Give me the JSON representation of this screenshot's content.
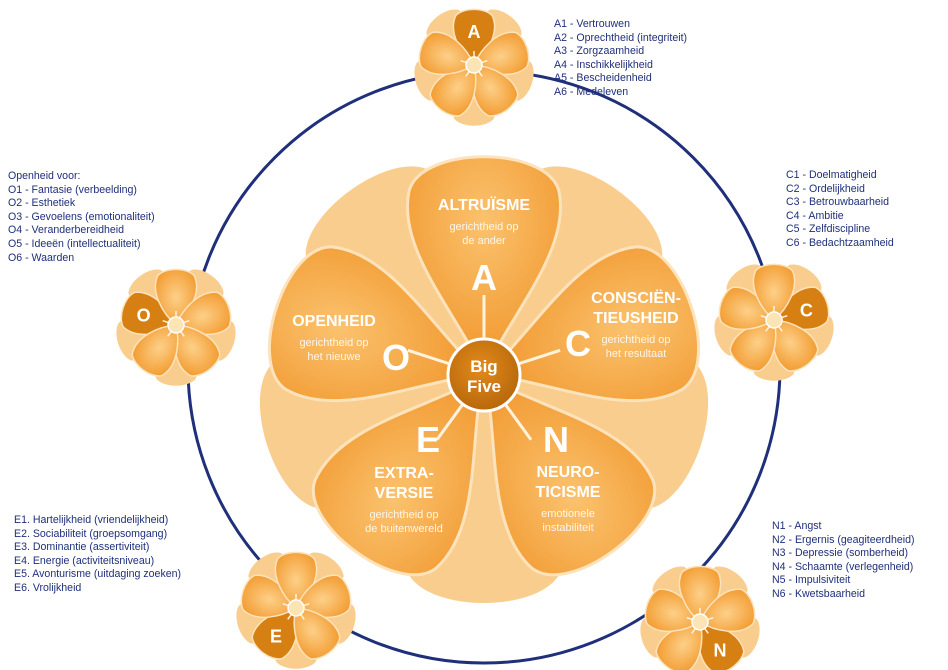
{
  "center": {
    "line1": "Big",
    "line2": "Five"
  },
  "traits": [
    {
      "key": "A",
      "letter": "A",
      "title": [
        "ALTRUÏSME"
      ],
      "desc": [
        "gerichtheid op",
        "de ander"
      ]
    },
    {
      "key": "C",
      "letter": "C",
      "title": [
        "CONSCIËN-",
        "TIEUSHEID"
      ],
      "desc": [
        "gerichtheid op",
        "het resultaat"
      ]
    },
    {
      "key": "N",
      "letter": "N",
      "title": [
        "NEURO-",
        "TICISME"
      ],
      "desc": [
        "emotionele",
        "instabiliteit"
      ]
    },
    {
      "key": "E",
      "letter": "E",
      "title": [
        "EXTRA-",
        "VERSIE"
      ],
      "desc": [
        "gerichtheid op",
        "de buitenwereld"
      ]
    },
    {
      "key": "O",
      "letter": "O",
      "title": [
        "OPENHEID"
      ],
      "desc": [
        "gerichtheid op",
        "het nieuwe"
      ]
    }
  ],
  "facets": {
    "A": [
      "A1 - Vertrouwen",
      "A2 - Oprechtheid (integriteit)",
      "A3 - Zorgzaamheid",
      "A4 - Inschikkelijkheid",
      "A5 - Bescheidenheid",
      "A6 - Medeleven"
    ],
    "C": [
      "C1 - Doelmatigheid",
      "C2 - Ordelijkheid",
      "C3 - Betrouwbaarheid",
      "C4 - Ambitie",
      "C5 - Zelfdiscipline",
      "C6 - Bedachtzaamheid"
    ],
    "O": [
      "Openheid voor:",
      "O1 - Fantasie (verbeelding)",
      "O2 - Esthetiek",
      "O3 - Gevoelens (emotionaliteit)",
      "O4 - Veranderbereidheid",
      "O5 - Ideeën (intellectualiteit)",
      "O6 - Waarden"
    ],
    "E": [
      "E1. Hartelijkheid (vriendelijkheid)",
      "E2. Sociabiliteit (groepsomgang)",
      "E3. Dominantie (assertiviteit)",
      "E4. Energie (activiteitsniveau)",
      "E5. Avonturisme (uitdaging zoeken)",
      "E6. Vrolijkheid"
    ],
    "N": [
      "N1 - Angst",
      "N2 - Ergernis (geagiteerdheid)",
      "N3 - Depressie (somberheid)",
      "N4 - Schaamte (verlegenheid)",
      "N5 - Impulsiviteit",
      "N6 - Kwetsbaarheid"
    ]
  },
  "colors": {
    "ring": "#1f2f7a",
    "text": "#1f2f7a",
    "petal_light": "#f9cd8e",
    "petal_main": "#f4a23a",
    "petal_accent": "#d67f12",
    "center_fill": "#c9740e",
    "flower_center": "#fde4b5"
  }
}
